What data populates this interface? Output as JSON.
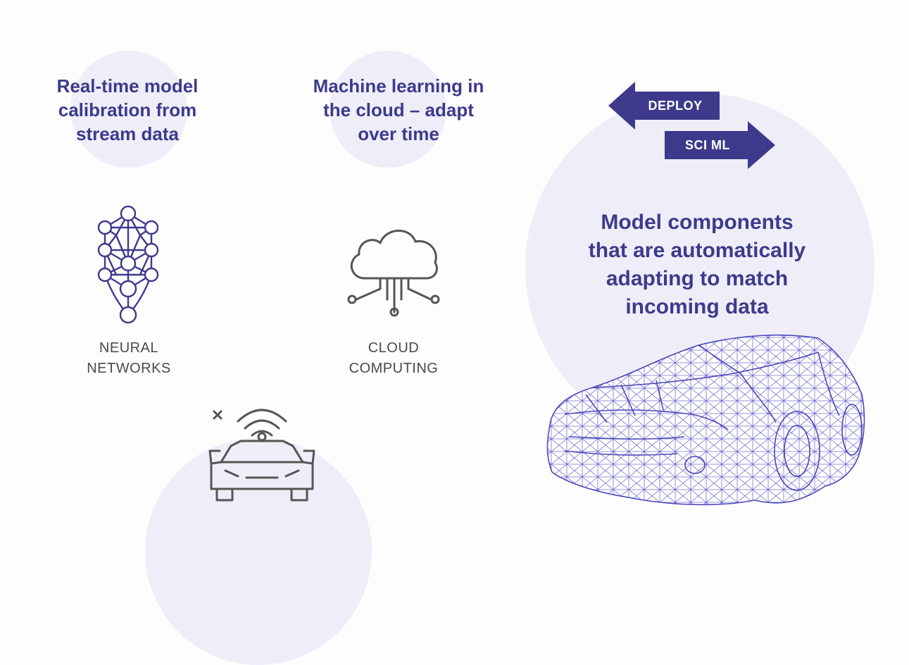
{
  "headlines": {
    "realtime": [
      "Real-time model",
      "calibration from",
      "stream data"
    ],
    "cloud_ml": [
      "Machine learning in",
      "the cloud – adapt",
      "over time"
    ]
  },
  "icons": {
    "neural": {
      "name": "neural-network-icon",
      "caption": [
        "NEURAL",
        "NETWORKS"
      ]
    },
    "cloud": {
      "name": "cloud-computing-icon",
      "caption": [
        "CLOUD",
        "COMPUTING"
      ]
    },
    "car": {
      "name": "connected-car-icon"
    }
  },
  "arrows": {
    "deploy": "DEPLOY",
    "sciml": "SCI ML"
  },
  "main_text": [
    "Model components",
    "that are automatically",
    "adapting to match",
    "incoming data"
  ],
  "colors": {
    "accent": "#3d3a8c",
    "circle": "#efeef8",
    "wireframe": "#5b57c9",
    "icon_stroke": "#555555"
  }
}
